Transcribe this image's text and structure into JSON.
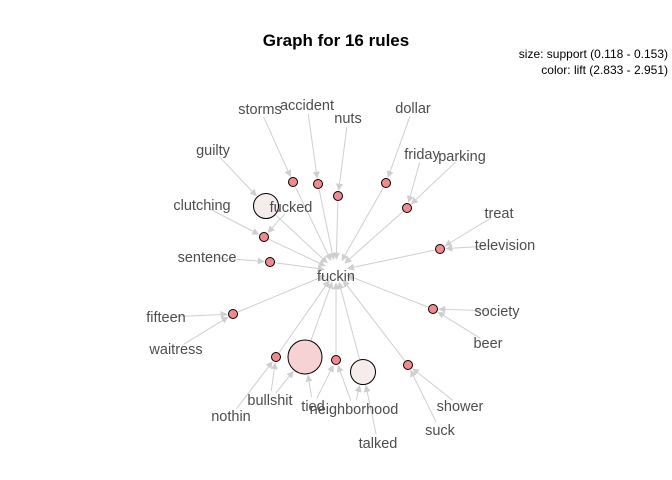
{
  "title": "Graph for 16 rules",
  "legend": {
    "size": "size: support (0.118 - 0.153)",
    "color": "color: lift (2.833 - 2.951)"
  },
  "colors": {
    "edge": "#cfcfcf",
    "label": "#4d4d4d",
    "node_stroke": "#000000",
    "rule_small": "#f08a8f",
    "rule_large_1": "#f6d2d4",
    "rule_large_2": "#f7ecec"
  },
  "consequent": "fuckin",
  "items": [
    "storms",
    "accident",
    "nuts",
    "dollar",
    "guilty",
    "friday",
    "parking",
    "fucked",
    "clutching",
    "treat",
    "sentence",
    "television",
    "fifteen",
    "society",
    "waitress",
    "beer",
    "bullshit",
    "tied",
    "neighborhood",
    "shower",
    "nothin",
    "suck",
    "talked"
  ],
  "rules": [
    {
      "id": "r1",
      "size": "small",
      "fill": "rule_small",
      "lhs": [
        "storms"
      ]
    },
    {
      "id": "r2",
      "size": "small",
      "fill": "rule_small",
      "lhs": [
        "accident"
      ]
    },
    {
      "id": "r3",
      "size": "small",
      "fill": "rule_small",
      "lhs": [
        "nuts"
      ]
    },
    {
      "id": "r4",
      "size": "small",
      "fill": "rule_small",
      "lhs": [
        "dollar"
      ]
    },
    {
      "id": "r5",
      "size": "large",
      "fill": "rule_large_2",
      "lhs": [
        "guilty"
      ]
    },
    {
      "id": "r6",
      "size": "small",
      "fill": "rule_small",
      "lhs": [
        "friday",
        "parking"
      ]
    },
    {
      "id": "r7",
      "size": "small",
      "fill": "rule_small",
      "lhs": [
        "clutching",
        "fucked"
      ]
    },
    {
      "id": "r8",
      "size": "small",
      "fill": "rule_small",
      "lhs": [
        "treat",
        "television"
      ]
    },
    {
      "id": "r9",
      "size": "small",
      "fill": "rule_small",
      "lhs": [
        "sentence"
      ]
    },
    {
      "id": "r10",
      "size": "small",
      "fill": "rule_small",
      "lhs": [
        "fifteen",
        "waitress"
      ]
    },
    {
      "id": "r11",
      "size": "small",
      "fill": "rule_small",
      "lhs": [
        "society",
        "beer"
      ]
    },
    {
      "id": "r12",
      "size": "small",
      "fill": "rule_small",
      "lhs": [
        "nothin",
        "bullshit"
      ]
    },
    {
      "id": "r13",
      "size": "xlarge",
      "fill": "rule_large_1",
      "lhs": [
        "bullshit",
        "tied"
      ]
    },
    {
      "id": "r14",
      "size": "small",
      "fill": "rule_small",
      "lhs": [
        "tied",
        "neighborhood"
      ]
    },
    {
      "id": "r15",
      "size": "large",
      "fill": "rule_large_2",
      "lhs": [
        "talked",
        "neighborhood"
      ]
    },
    {
      "id": "r16",
      "size": "small",
      "fill": "rule_small",
      "lhs": [
        "shower",
        "suck"
      ]
    }
  ]
}
